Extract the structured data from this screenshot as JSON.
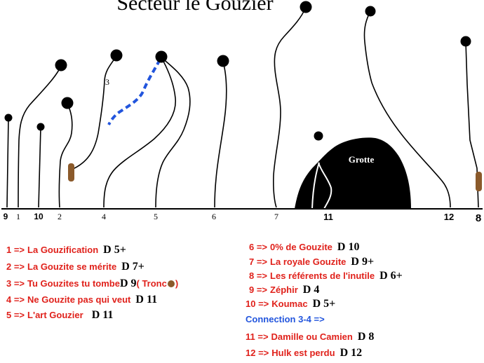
{
  "title": "Secteur le Gouzier",
  "colors": {
    "legend_red": "#e0211b",
    "connection_blue": "#2255dd",
    "rope_brown": "#8b5a2b",
    "line_black": "#000000"
  },
  "cave": {
    "label": "Grotte"
  },
  "route_number_on_figure": "3",
  "baseline_labels": [
    "9",
    "1",
    "10",
    "2",
    "4",
    "5",
    "6",
    "7",
    "11",
    "12",
    "8"
  ],
  "legend_left": [
    {
      "num": "1 =>",
      "name": "La Gouzification",
      "grade": "D 5+"
    },
    {
      "num": "2 =>",
      "name": "La Gouzite se mérite",
      "grade": "D 7+"
    },
    {
      "num": "3 =>",
      "name": "Tu Gouzites tu tombe",
      "grade": "D 9",
      "extra_before": "( Tronc",
      "extra_after": ")"
    },
    {
      "num": "4 =>",
      "name": "Ne Gouzite pas qui veut",
      "grade": "D 11"
    },
    {
      "num": "5 =>",
      "name": "L'art Gouzier",
      "grade": "D 11"
    }
  ],
  "legend_right": [
    {
      "num": "6 =>",
      "name": "0% de Gouzite",
      "grade": "D 10"
    },
    {
      "num": "7 =>",
      "name": "La royale Gouzite",
      "grade": "D 9+"
    },
    {
      "num": "8 =>",
      "name": "Les référents de l'inutile",
      "grade": "D 6+"
    },
    {
      "num": "9 =>",
      "name": "Zéphir",
      "grade": "D 4"
    },
    {
      "num": "10 =>",
      "name": "Koumac",
      "grade": "D 5+"
    }
  ],
  "connection": {
    "label": "Connection 3-4 =>"
  },
  "legend_extra": [
    {
      "num": "11 =>",
      "name": "Damille ou Camien",
      "grade": "D 8"
    },
    {
      "num": "12 =>",
      "name": "Hulk est perdu",
      "grade": "D 12"
    }
  ]
}
